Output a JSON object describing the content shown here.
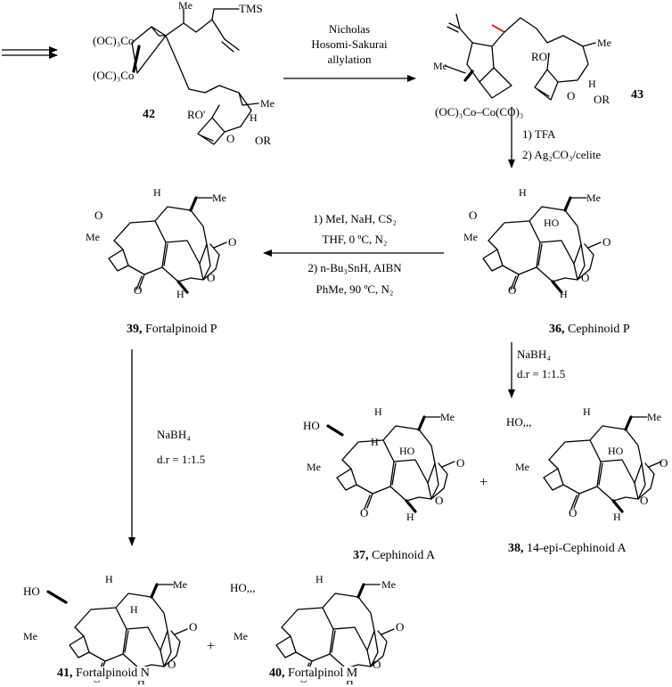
{
  "steps": {
    "step1": [
      "Nicholas",
      "Hosomi-Sakurai",
      "allylation"
    ],
    "step2": [
      "1) TFA",
      "2) Ag₂CO₃/celite"
    ],
    "step3": [
      "1) MeI, NaH, CS₂",
      "THF, 0 ºC, N₂",
      "2) n-Bu₃SnH, AIBN",
      "PhMe, 90 ºC, N₂"
    ],
    "step4": [
      "NaBH₄",
      "d.r = 1:1.5"
    ],
    "step5": [
      "NaBH₄",
      "d.r = 1:1.5"
    ]
  },
  "compounds": {
    "c42": {
      "num": "42",
      "name": ""
    },
    "c43": {
      "num": "43",
      "name": ""
    },
    "c36": {
      "num": "36,",
      "name": " Cephinoid P"
    },
    "c39": {
      "num": "39,",
      "name": " Fortalpinoid P"
    },
    "c37": {
      "num": "37,",
      "name": " Cephinoid A"
    },
    "c38": {
      "num": "38,",
      "name": " 14-epi-Cephinoid A"
    },
    "c41": {
      "num": "41,",
      "name": " Fortalpinoid N"
    },
    "c40": {
      "num": "40,",
      "name": " Fortalpinol M"
    }
  },
  "atoms": {
    "tms": "TMS",
    "co3a": "(OC)₃Co",
    "co3b": "(OC)₃Co",
    "co43": "(OC)₃Co–Co(CO)₃",
    "me": "Me",
    "h": "H",
    "o": "O",
    "ro": "RO'",
    "or": "OR",
    "ho": "HO",
    "ho_epi": "HO,,,",
    "plus": "+"
  }
}
